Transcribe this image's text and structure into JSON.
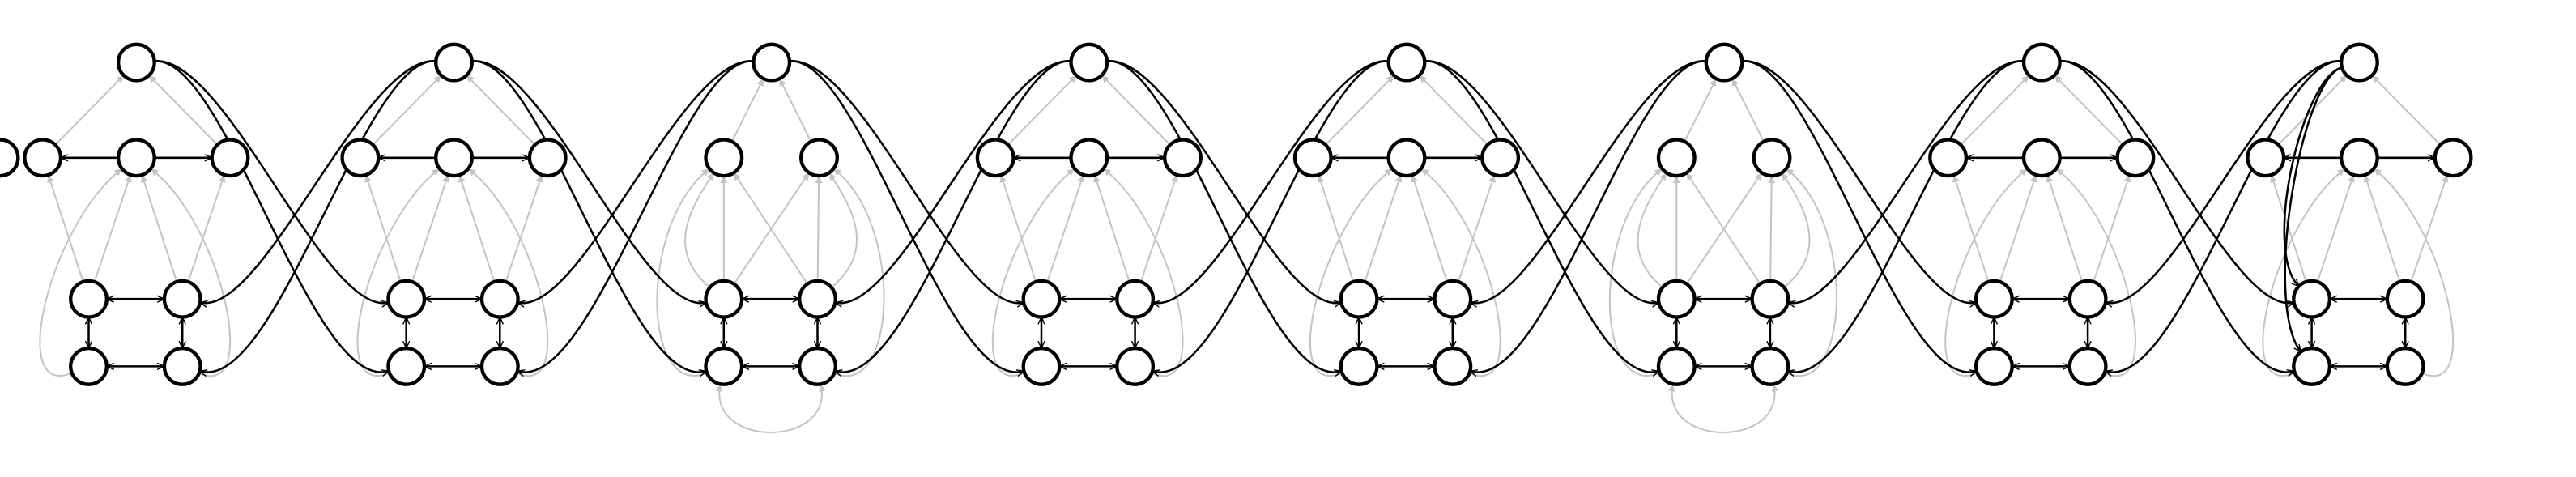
{
  "diagram": {
    "block_count": 8,
    "block_kinds": [
      "a",
      "a",
      "b",
      "a",
      "a",
      "b",
      "a",
      "a"
    ],
    "colors": {
      "background": "#ffffff",
      "node_stroke": "#000000",
      "node_fill": "#ffffff",
      "dark_edge": "#000000",
      "light_edge": "#c4c4c4"
    },
    "node_roles": [
      "top",
      "middle-left",
      "middle-center",
      "middle-right",
      "grid-top-left",
      "grid-top-right",
      "grid-bottom-left",
      "grid-bottom-right"
    ]
  }
}
